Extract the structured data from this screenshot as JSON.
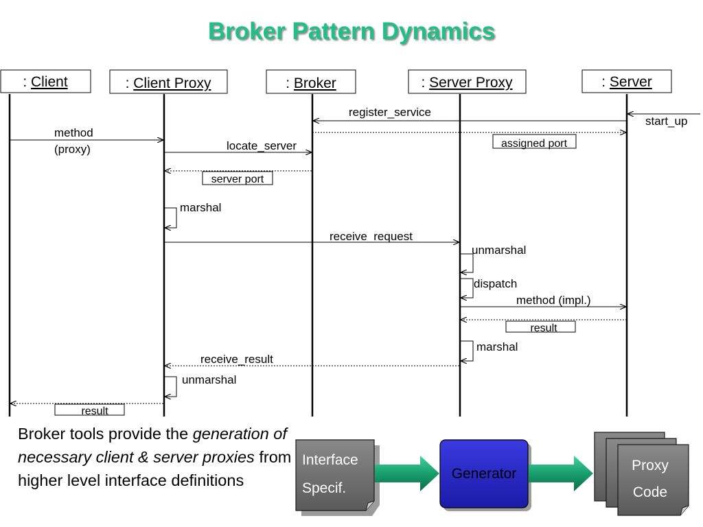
{
  "title": "Broker Pattern Dynamics",
  "objects": [
    {
      "prefix": ": ",
      "name": "Client"
    },
    {
      "prefix": ": ",
      "name": "Client Proxy"
    },
    {
      "prefix": ": ",
      "name": "Broker"
    },
    {
      "prefix": ": ",
      "name": "Server Proxy"
    },
    {
      "prefix": ": ",
      "name": "Server"
    }
  ],
  "messages": {
    "register_service": "register_service",
    "start_up": "start_up",
    "method_proxy_line1": "method",
    "method_proxy_line2": "(proxy)",
    "locate_server": "locate_server",
    "assigned_port": "assigned port",
    "server_port": "server port",
    "marshal_1": "marshal",
    "receive_request": "receive_request",
    "unmarshal_1": "unmarshal",
    "dispatch": "dispatch",
    "method_impl": "method (impl.)",
    "result_1": "result",
    "marshal_2": "marshal",
    "receive_result": "receive_result",
    "unmarshal_2": "unmarshal",
    "result_2": "result"
  },
  "summary": {
    "part1": "Broker tools provide the ",
    "part2_italic": "generation of necessary client & server proxies",
    "part3": " from higher level interface definitions"
  },
  "pipeline": {
    "interface_line1": "Interface",
    "interface_line2": "Specif.",
    "generator": "Generator",
    "proxy_line1": "Proxy",
    "proxy_line2": "Code"
  },
  "colors": {
    "title": "#1fbf86",
    "arrow_green": "#1a9e6e",
    "generator_blue": "#2424c8",
    "document_gray": "#6e6e6e"
  }
}
